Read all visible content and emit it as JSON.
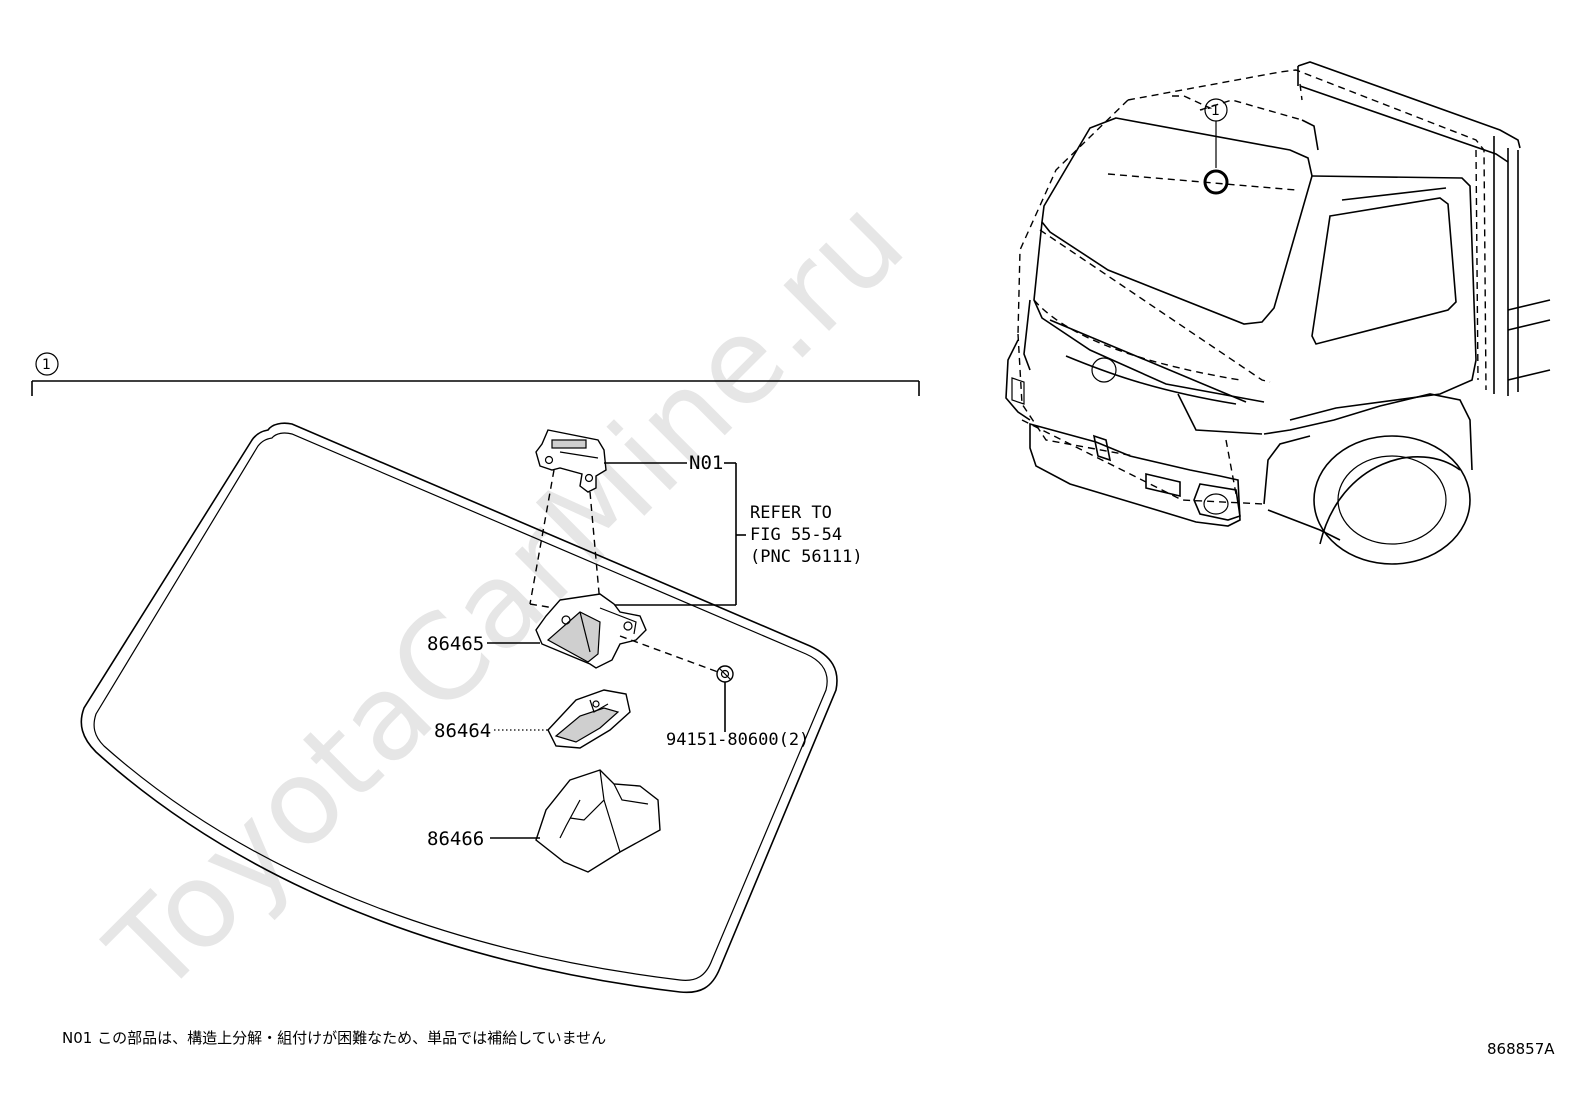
{
  "watermark": "ToyotaCarMine.ru",
  "ref_marker": "1",
  "callouts": {
    "n01": "N01",
    "refer_line1": "REFER TO",
    "refer_line2": "FIG 55-54",
    "refer_line3": "(PNC 56111)",
    "p86465": "86465",
    "p86464": "86464",
    "p86466": "86466",
    "p94151": "94151-80600(2)"
  },
  "footnote": "N01 この部品は、構造上分解・組付けが困難なため、単品では補給していません",
  "figure_code": "868857A"
}
